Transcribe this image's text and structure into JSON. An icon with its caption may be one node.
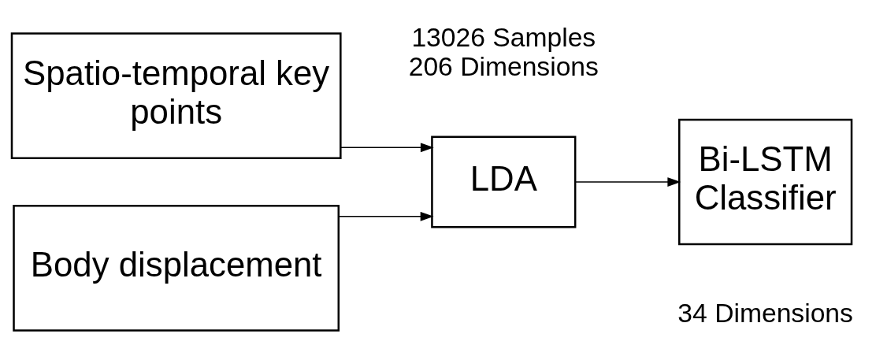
{
  "diagram": {
    "nodes": [
      {
        "text": [
          "Spatio-temporal key points"
        ]
      },
      {
        "text": [
          "Body displacement"
        ]
      },
      {
        "text": [
          "LDA"
        ]
      },
      {
        "text": [
          "Bi-LSTM Classifier"
        ]
      }
    ],
    "edges": [
      {
        "from": 0,
        "to": 2,
        "arrow": "to"
      },
      {
        "from": 1,
        "to": 2,
        "arrow": "to"
      },
      {
        "from": 2,
        "to": 3,
        "arrow": "to"
      }
    ],
    "labels": [
      "13026 Samples 206 Dimensions",
      "34 Dimensions"
    ]
  }
}
